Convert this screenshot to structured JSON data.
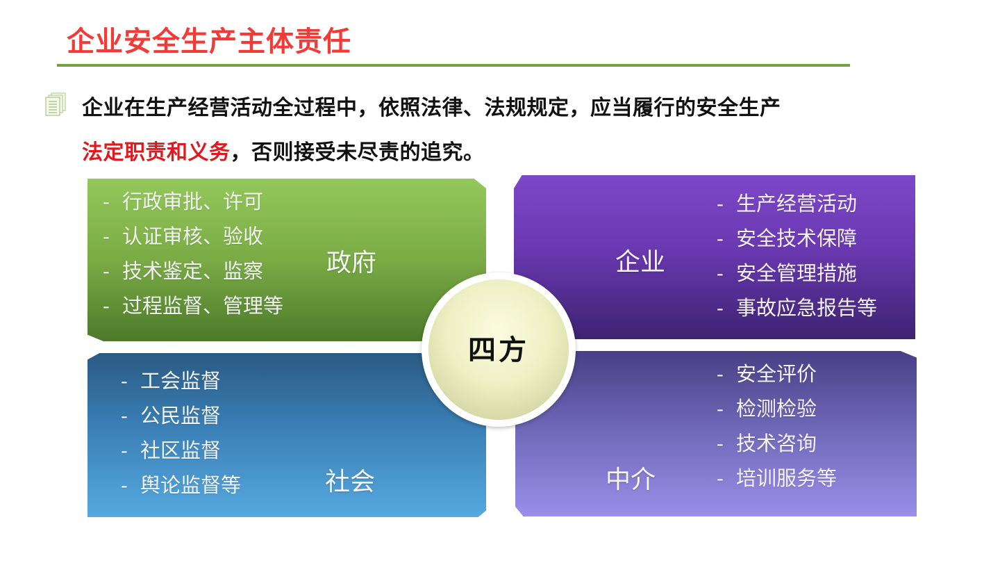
{
  "slide": {
    "title": "企业安全生产主体责任",
    "colors": {
      "title": "#f23a36",
      "rule": "#76a140",
      "highlight": "#e0191e"
    }
  },
  "body": {
    "bullet_icon": "document-stack-icon",
    "text_part1": "企业在生产经营活动全过程中，依照法律、法规规定，应当履行的安全生产",
    "text_highlight": "法定职责和义务",
    "text_part2": "，否则接受未尽责的追究。"
  },
  "diagram": {
    "center_label": "四方",
    "quadrants": {
      "government": {
        "label": "政府",
        "color": "#7aab45",
        "items": [
          "行政审批、许可",
          "认证审核、验收",
          "技术鉴定、监察",
          "过程监督、管理等"
        ]
      },
      "enterprise": {
        "label": "企业",
        "color": "#6a38b0",
        "items": [
          "生产经营活动",
          "安全技术保障",
          "安全管理措施",
          "事故应急报告等"
        ]
      },
      "society": {
        "label": "社会",
        "color": "#3a7fb5",
        "items": [
          "工会监督",
          "公民监督",
          "社区监督",
          "舆论监督等"
        ]
      },
      "intermediary": {
        "label": "中介",
        "color": "#6d66b5",
        "items": [
          "安全评价",
          "检测检验",
          "技术咨询",
          "培训服务等"
        ]
      }
    },
    "dash": "-"
  }
}
